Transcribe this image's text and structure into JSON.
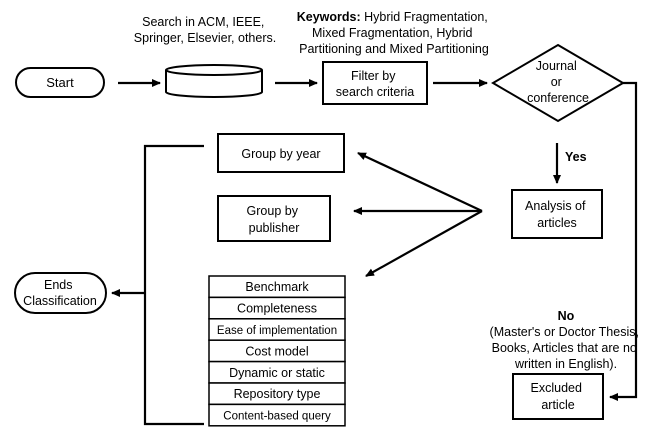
{
  "source": {
    "caption_lines": [
      "Search in ACM, IEEE,",
      "Springer, Elsevier, others."
    ]
  },
  "keywords": {
    "title": "Keywords:",
    "lines": [
      "Hybrid Fragmentation,",
      "Mixed Fragmentation, Hybrid",
      "Partitioning and Mixed Partitioning"
    ]
  },
  "nodes": {
    "start": {
      "label": "Start"
    },
    "filter": {
      "lines": [
        "Filter by",
        "search criteria"
      ]
    },
    "decision": {
      "lines": [
        "Journal",
        "or",
        "conference"
      ]
    },
    "analysis": {
      "lines": [
        "Analysis of",
        "articles"
      ]
    },
    "group_year": {
      "label": "Group by year"
    },
    "group_publisher": {
      "lines": [
        "Group by",
        "publisher"
      ]
    },
    "ends": {
      "lines": [
        "Ends",
        "Classification"
      ]
    },
    "excluded": {
      "lines": [
        "Excluded",
        "article"
      ]
    }
  },
  "edges": {
    "yes_label": "Yes",
    "no_title": "No",
    "no_lines": [
      "(Master's or Doctor Thesis,",
      "Books, Articles that are no",
      "written in English)."
    ]
  },
  "criteria": [
    "Benchmark",
    "Completeness",
    "Ease of implementation",
    "Cost model",
    "Dynamic or static",
    "Repository type",
    "Content-based query"
  ]
}
